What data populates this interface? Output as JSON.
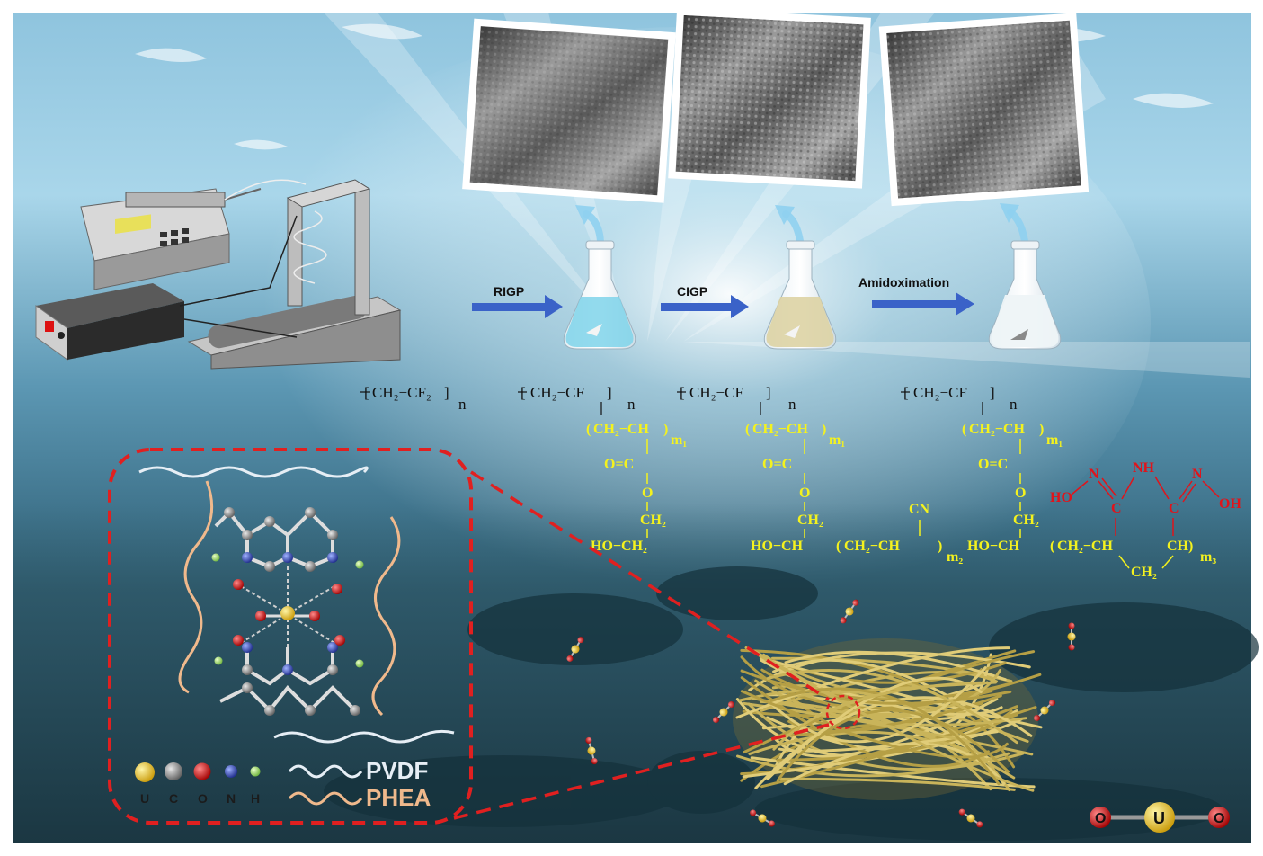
{
  "process": {
    "steps": [
      {
        "label": "RIGP"
      },
      {
        "label": "CIGP"
      },
      {
        "label": "Amidoximation"
      }
    ]
  },
  "formulas": {
    "pvdf": {
      "main": "CH₂−CF₂",
      "sub": "n"
    },
    "rigp": {
      "main": "CH₂−CF",
      "sub": "n",
      "graft": "CH₂−CH",
      "graft_sub": "m₁",
      "carbonyl": "O=C",
      "ether": "O",
      "ch2_a": "CH₂",
      "end": "HO−CH₂"
    },
    "cigp": {
      "main": "CH₂−CF",
      "sub": "n",
      "graft": "CH₂−CH",
      "graft_sub": "m₁",
      "carbonyl": "O=C",
      "ether": "O",
      "ch2_a": "CH₂",
      "end": "HO−CH",
      "an": "CH₂−CH",
      "an_sub": "m₂",
      "cn": "CN"
    },
    "amid": {
      "main": "CH₂−CF",
      "sub": "n",
      "graft": "CH₂−CH",
      "graft_sub": "m₁",
      "carbonyl": "O=C",
      "ether": "O",
      "ch2_a": "CH₂",
      "end": "HO−CH",
      "ring1": "CH₂−CH",
      "ring2": "CH",
      "ring_sub": "m₃",
      "ring_bottom": "CH₂",
      "n_left": "N",
      "nh": "NH",
      "n_right": "N",
      "c_left": "C",
      "c_right": "C",
      "ho": "HO",
      "oh": "OH"
    }
  },
  "legend": {
    "atoms": [
      {
        "letter": "U",
        "color": "#e8c01c"
      },
      {
        "letter": "C",
        "color": "#9a9a9a"
      },
      {
        "letter": "O",
        "color": "#e01818"
      },
      {
        "letter": "N",
        "color": "#3b4fc4"
      },
      {
        "letter": "H",
        "color": "#a6e36a"
      }
    ],
    "polymers": [
      {
        "name": "PVDF",
        "color": "#e6eef5"
      },
      {
        "name": "PHEA",
        "color": "#f0b98c"
      }
    ]
  },
  "uranyl": {
    "left": "O",
    "center": "U",
    "right": "O"
  },
  "colors": {
    "arrow": "#3a62c8",
    "chem_graft": "#f4f21e",
    "chem_amidoxime": "#e0141b",
    "callout": "#e02020",
    "fiber": "#c9b45a"
  }
}
